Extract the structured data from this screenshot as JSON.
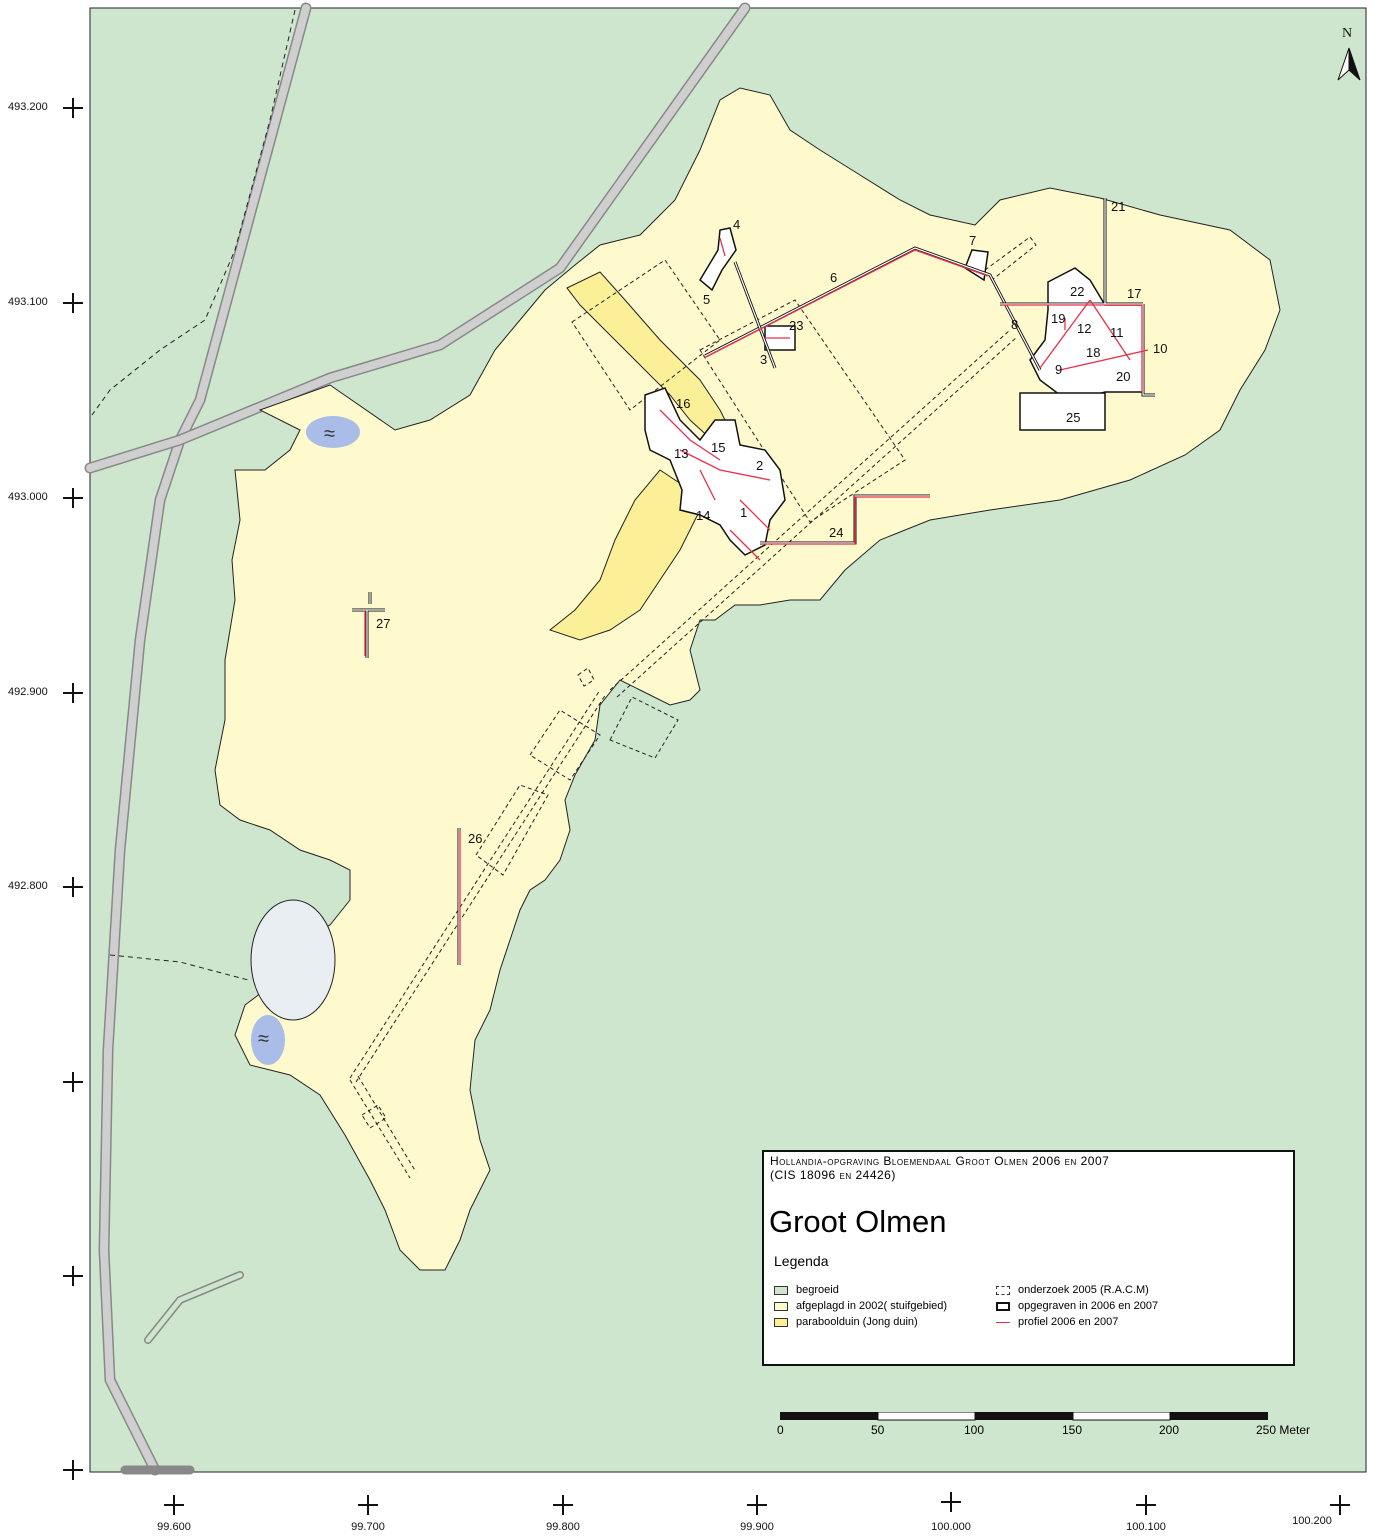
{
  "map": {
    "north_label": "N",
    "y_ticks": [
      "493.200",
      "493.100",
      "493.000",
      "492.900",
      "492.800"
    ],
    "x_ticks": [
      "99.600",
      "99.700",
      "99.800",
      "99.900",
      "100.000",
      "100.100",
      "100.200"
    ],
    "feature_labels": [
      "1",
      "2",
      "3",
      "4",
      "5",
      "6",
      "7",
      "8",
      "9",
      "10",
      "11",
      "12",
      "13",
      "14",
      "15",
      "16",
      "17",
      "18",
      "19",
      "20",
      "21",
      "22",
      "23",
      "24",
      "25",
      "26",
      "27"
    ],
    "water_symbol": "≈",
    "colors": {
      "begroeid": "#cfe6ce",
      "afgeplagd": "#fffacd",
      "paraboolduin": "#fbef97",
      "profiel": "#e8304a",
      "water": "#a9bde8",
      "lake": "#e8eef2",
      "road": "#c8c8c8"
    }
  },
  "legend": {
    "subtitle_line1": "Hollandia-opgraving Bloemendaal Groot Olmen 2006 en 2007",
    "subtitle_line2": "(CIS 18096 en 24426)",
    "title": "Groot Olmen",
    "heading": "Legenda",
    "items_left": [
      {
        "label": "begroeid"
      },
      {
        "label": "afgeplagd in 2002( stuifgebied)"
      },
      {
        "label": "paraboolduin (Jong duin)"
      }
    ],
    "items_right": [
      {
        "label": "onderzoek 2005 (R.A.C.M)"
      },
      {
        "label": "opgegraven in 2006 en 2007"
      },
      {
        "label": "profiel 2006 en 2007"
      }
    ]
  },
  "scale_bar": {
    "labels": [
      "0",
      "50",
      "100",
      "150",
      "200",
      "250 Meter"
    ]
  }
}
